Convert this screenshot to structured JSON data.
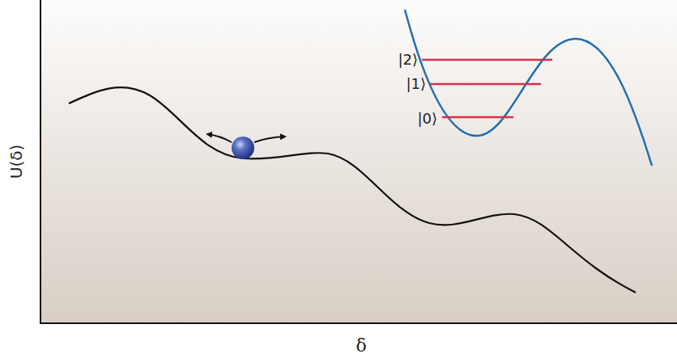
{
  "diagram": {
    "labels": [
      "U(δ)",
      "δ",
      "|2⟩",
      "|1⟩",
      "|0⟩"
    ]
  }
}
